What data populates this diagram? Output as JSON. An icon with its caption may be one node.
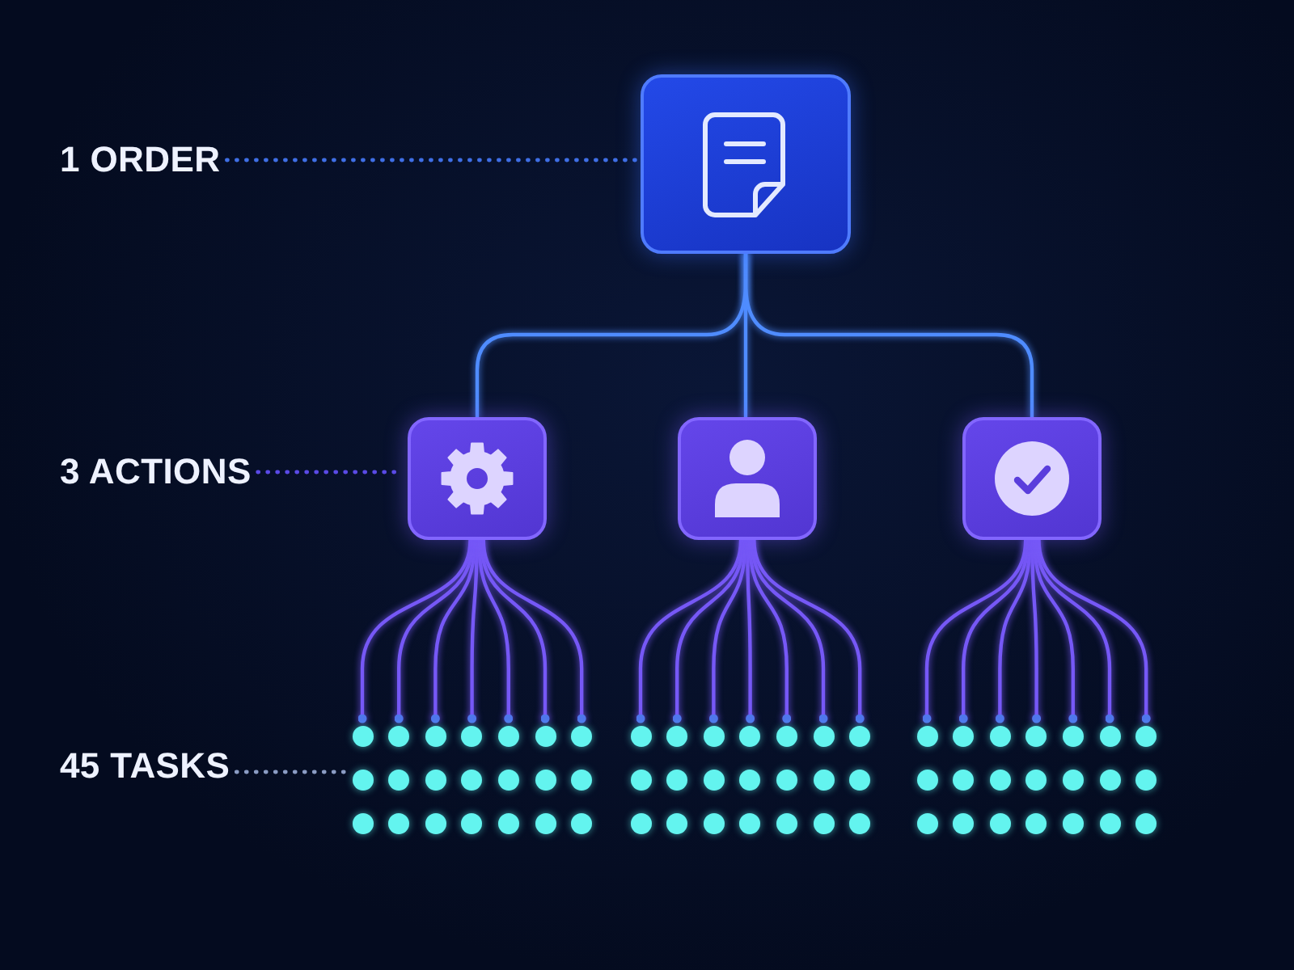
{
  "diagram": {
    "nodes": [
      {
        "text": [
          "1 ORDER"
        ]
      },
      {
        "text": [],
        "shape": "box"
      },
      {
        "text": [
          "3 ACTIONS"
        ]
      },
      {
        "text": [],
        "shape": "box"
      },
      {
        "text": [],
        "shape": "box"
      },
      {
        "text": [],
        "shape": "box"
      },
      {
        "text": [
          "45 TASKS"
        ]
      },
      {
        "text": [],
        "shape": "circle"
      },
      {
        "text": [],
        "shape": "circle"
      },
      {
        "text": [],
        "shape": "circle"
      },
      {
        "text": [],
        "shape": "circle"
      },
      {
        "text": [],
        "shape": "circle"
      },
      {
        "text": [],
        "shape": "circle"
      },
      {
        "text": [],
        "shape": "circle"
      },
      {
        "text": [],
        "shape": "circle"
      },
      {
        "text": [],
        "shape": "circle"
      },
      {
        "text": [],
        "shape": "circle"
      },
      {
        "text": [],
        "shape": "circle"
      },
      {
        "text": [],
        "shape": "circle"
      },
      {
        "text": [],
        "shape": "circle"
      },
      {
        "text": [],
        "shape": "circle"
      },
      {
        "text": [],
        "shape": "circle"
      },
      {
        "text": [],
        "shape": "circle"
      },
      {
        "text": [],
        "shape": "circle"
      },
      {
        "text": [],
        "shape": "circle"
      },
      {
        "text": [],
        "shape": "circle"
      },
      {
        "text": [],
        "shape": "circle"
      },
      {
        "text": [],
        "shape": "circle"
      },
      {
        "text": [],
        "shape": "circle"
      },
      {
        "text": [],
        "shape": "circle"
      },
      {
        "text": [],
        "shape": "circle"
      },
      {
        "text": [],
        "shape": "circle"
      },
      {
        "text": [],
        "shape": "circle"
      },
      {
        "text": [],
        "shape": "circle"
      },
      {
        "text": [],
        "shape": "circle"
      },
      {
        "text": [],
        "shape": "circle"
      },
      {
        "text": [],
        "shape": "circle"
      },
      {
        "text": [],
        "shape": "circle"
      },
      {
        "text": [],
        "shape": "circle"
      },
      {
        "text": [],
        "shape": "circle"
      },
      {
        "text": [],
        "shape": "circle"
      },
      {
        "text": [],
        "shape": "circle"
      },
      {
        "text": [],
        "shape": "circle"
      },
      {
        "text": [],
        "shape": "circle"
      },
      {
        "text": [],
        "shape": "circle"
      },
      {
        "text": [],
        "shape": "circle"
      },
      {
        "text": [],
        "shape": "circle"
      },
      {
        "text": [],
        "shape": "circle"
      },
      {
        "text": [],
        "shape": "circle"
      },
      {
        "text": [],
        "shape": "circle"
      },
      {
        "text": [],
        "shape": "circle"
      },
      {
        "text": [],
        "shape": "circle"
      },
      {
        "text": [],
        "shape": "circle"
      },
      {
        "text": [],
        "shape": "circle"
      },
      {
        "text": [],
        "shape": "circle"
      },
      {
        "text": [],
        "shape": "circle"
      },
      {
        "text": [],
        "shape": "circle"
      },
      {
        "text": [],
        "shape": "circle"
      },
      {
        "text": [],
        "shape": "circle"
      },
      {
        "text": [],
        "shape": "circle"
      },
      {
        "text": [],
        "shape": "circle"
      },
      {
        "text": [],
        "shape": "circle"
      },
      {
        "text": [],
        "shape": "circle"
      },
      {
        "text": [],
        "shape": "circle"
      },
      {
        "text": [],
        "shape": "circle"
      },
      {
        "text": [],
        "shape": "circle"
      },
      {
        "text": [],
        "shape": "circle"
      },
      {
        "text": [],
        "shape": "circle"
      },
      {
        "text": [],
        "shape": "circle"
      },
      {
        "text": [],
        "shape": "circle"
      }
    ],
    "edges": [
      {
        "from": 0,
        "to": 1,
        "arrow": "none",
        "style": "dashed",
        "color": "#3f6fe6"
      },
      {
        "from": 1,
        "to": 3,
        "arrow": "none",
        "color": "#4f8cff"
      },
      {
        "from": 1,
        "to": 4,
        "arrow": "none",
        "color": "#4f8cff"
      },
      {
        "from": 1,
        "to": 5,
        "arrow": "none",
        "color": "#4f8cff"
      },
      {
        "from": 2,
        "to": 3,
        "arrow": "none",
        "style": "dashed",
        "color": "#5a4ae6"
      },
      {
        "from": 3,
        "to": 7,
        "arrow": "other"
      },
      {
        "from": 3,
        "to": 8,
        "arrow": "other"
      },
      {
        "from": 3,
        "to": 9,
        "arrow": "other"
      },
      {
        "from": 3,
        "to": 10,
        "arrow": "other"
      },
      {
        "from": 3,
        "to": 11,
        "arrow": "other"
      },
      {
        "from": 3,
        "to": 12,
        "arrow": "other"
      },
      {
        "from": 3,
        "to": 13,
        "arrow": "other"
      },
      {
        "from": 4,
        "to": 14,
        "arrow": "other"
      },
      {
        "from": 4,
        "to": 15,
        "arrow": "other"
      },
      {
        "from": 4,
        "to": 16,
        "arrow": "other"
      },
      {
        "from": 4,
        "to": 17,
        "arrow": "other"
      },
      {
        "from": 4,
        "to": 18,
        "arrow": "other"
      },
      {
        "from": 4,
        "to": 19,
        "arrow": "other"
      },
      {
        "from": 4,
        "to": 20,
        "arrow": "other"
      },
      {
        "from": 5,
        "to": 21,
        "arrow": "other"
      },
      {
        "from": 5,
        "to": 22,
        "arrow": "other"
      },
      {
        "from": 5,
        "to": 23,
        "arrow": "other"
      },
      {
        "from": 5,
        "to": 24,
        "arrow": "other"
      },
      {
        "from": 5,
        "to": 25,
        "arrow": "other"
      },
      {
        "from": 5,
        "to": 26,
        "arrow": "other"
      },
      {
        "from": 5,
        "to": 27,
        "arrow": "other"
      },
      {
        "from": 6,
        "to": 28,
        "arrow": "none",
        "style": "dashed",
        "color": "#8b9cc4"
      }
    ]
  }
}
